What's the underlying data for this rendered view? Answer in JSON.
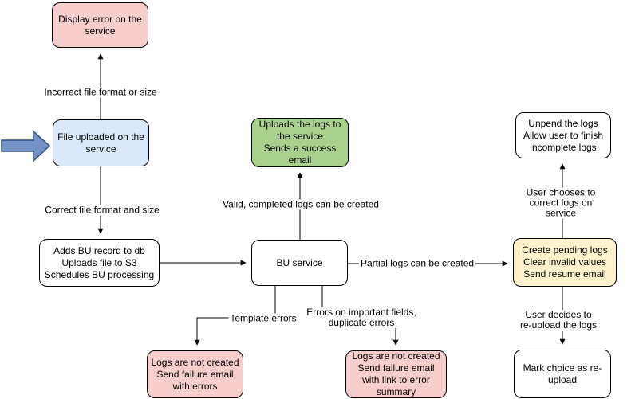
{
  "diagram": {
    "colors": {
      "line": "#000000",
      "node_border": "#000000",
      "background": "#ffffff"
    },
    "entry_arrow": {
      "fill": "#7491C8",
      "stroke": "#2D4E7E"
    },
    "nodes": {
      "display_error": {
        "text": "Display error on the\nservice",
        "fill": "#F8CECC"
      },
      "file_uploaded": {
        "text": "File uploaded on the\nservice",
        "fill": "#DAE8FC"
      },
      "adds_bu": {
        "text": "Adds BU record to db\nUploads file to S3\nSchedules BU processing",
        "fill": "#FFFFFF"
      },
      "bu_service": {
        "text": "BU service",
        "fill": "#FFFFFF"
      },
      "success": {
        "text": "Uploads the logs to\nthe service\nSends a success\nemail",
        "fill": "#A9D18E"
      },
      "unpend": {
        "text": "Unpend the logs\nAllow user to finish\nincomplete logs",
        "fill": "#FFFFFF"
      },
      "pending": {
        "text": "Create pending logs\nClear invalid values\nSend resume email",
        "fill": "#FFF2CC"
      },
      "mark_reupload": {
        "text": "Mark choice as re-\nupload",
        "fill": "#FFFFFF"
      },
      "fail_errors": {
        "text": "Logs are not created\nSend failure email\nwith errors",
        "fill": "#F8CECC"
      },
      "fail_summary": {
        "text": "Logs are not created\nSend failure email\nwith link to error\nsummary",
        "fill": "#F8CECC"
      }
    },
    "edges": {
      "file_to_error": {
        "from": "file_uploaded",
        "to": "display_error",
        "label": "Incorrect file format or size"
      },
      "file_to_adds": {
        "from": "file_uploaded",
        "to": "adds_bu",
        "label": "Correct file format and size"
      },
      "adds_to_service": {
        "from": "adds_bu",
        "to": "bu_service",
        "label": ""
      },
      "service_to_success": {
        "from": "bu_service",
        "to": "success",
        "label": "Valid, completed logs can be created"
      },
      "service_to_pending": {
        "from": "bu_service",
        "to": "pending",
        "label": "Partial logs can be created"
      },
      "service_to_fail1": {
        "from": "bu_service",
        "to": "fail_errors",
        "label": "Template errors"
      },
      "service_to_fail2": {
        "from": "bu_service",
        "to": "fail_summary",
        "label": "Errors on important fields,\nduplicate errors"
      },
      "pending_to_unpend": {
        "from": "pending",
        "to": "unpend",
        "label": "User chooses to correct logs on service"
      },
      "pending_to_mark": {
        "from": "pending",
        "to": "mark_reupload",
        "label": "User decides to re-upload the logs"
      }
    }
  }
}
